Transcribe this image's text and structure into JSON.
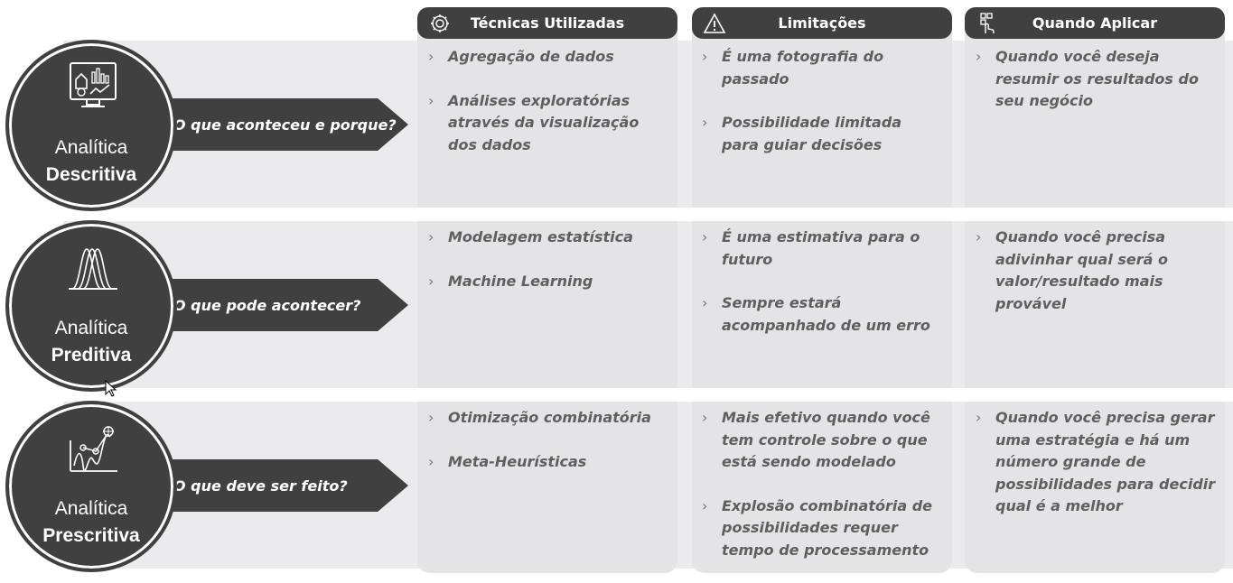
{
  "headers": [
    {
      "label": "Técnicas Utilizadas",
      "icon": "gear-icon"
    },
    {
      "label": "Limitações",
      "icon": "warning-icon"
    },
    {
      "label": "Quando Aplicar",
      "icon": "touch-icon"
    }
  ],
  "rows": [
    {
      "name_line1": "Analítica",
      "name_line2": "Descritiva",
      "icon": "dashboard-monitor-icon",
      "question": "O que aconteceu e porque?",
      "tecnicas": [
        "Agregação de dados",
        "Análises exploratórias através da visualização dos dados"
      ],
      "limitacoes": [
        "É uma fotografia do passado",
        "Possibilidade limitada para guiar decisões"
      ],
      "aplicar": [
        "Quando você deseja resumir os resultados do seu negócio"
      ]
    },
    {
      "name_line1": "Analítica",
      "name_line2": "Preditiva",
      "icon": "distribution-curves-icon",
      "question": "O que pode acontecer?",
      "tecnicas": [
        "Modelagem estatística",
        "Machine Learning"
      ],
      "limitacoes": [
        "É uma estimativa para o futuro",
        "Sempre estará acompanhado de um erro"
      ],
      "aplicar": [
        "Quando você precisa adivinhar qual será o valor/resultado mais provável"
      ]
    },
    {
      "name_line1": "Analítica",
      "name_line2": "Prescritiva",
      "icon": "optimization-icon",
      "question": "O que deve ser feito?",
      "tecnicas": [
        "Otimização combinatória",
        "Meta-Heurísticas"
      ],
      "limitacoes": [
        "Mais efetivo quando você tem controle sobre o que está sendo modelado",
        "Explosão combinatória de possibilidades requer tempo de processamento"
      ],
      "aplicar": [
        "Quando você precisa gerar uma estratégia e há um número grande de possibilidades para decidir qual é a melhor"
      ]
    }
  ]
}
